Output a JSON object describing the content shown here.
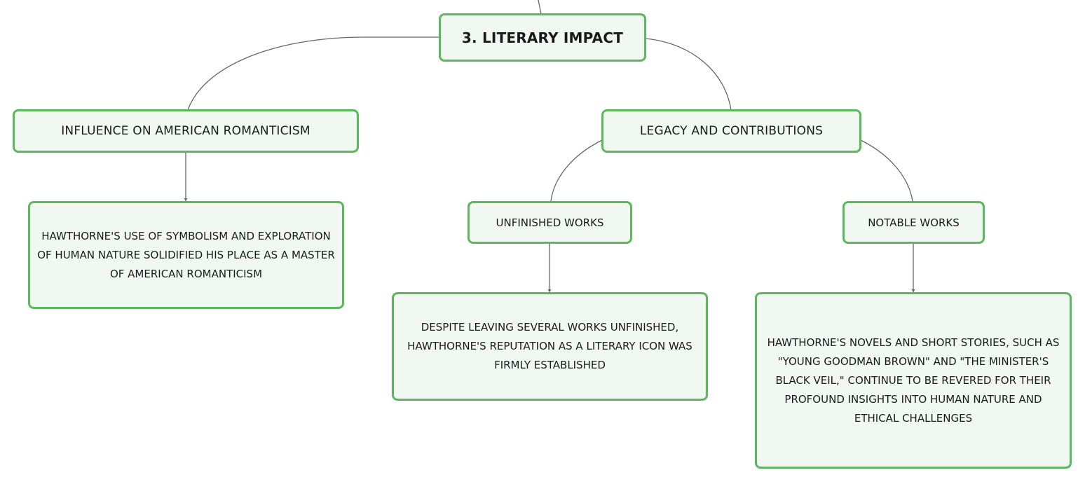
{
  "theme": {
    "node_fill": "#f1f8f1",
    "node_border": "#5cb85c",
    "connector": "#666666",
    "text": "#1a1a1a"
  },
  "diagram": {
    "root": {
      "label": "3. LITERARY IMPACT"
    },
    "influence": {
      "label": "INFLUENCE ON AMERICAN ROMANTICISM",
      "detail": "HAWTHORNE'S USE OF SYMBOLISM AND EXPLORATION OF HUMAN NATURE SOLIDIFIED HIS PLACE AS A MASTER OF AMERICAN ROMANTICISM"
    },
    "legacy": {
      "label": "LEGACY AND CONTRIBUTIONS",
      "unfinished": {
        "label": "UNFINISHED WORKS",
        "detail": "DESPITE LEAVING SEVERAL WORKS UNFINISHED, HAWTHORNE'S REPUTATION AS A LITERARY ICON WAS FIRMLY ESTABLISHED"
      },
      "notable": {
        "label": "NOTABLE WORKS",
        "detail": "HAWTHORNE'S NOVELS AND SHORT STORIES, SUCH AS \"YOUNG GOODMAN BROWN\" AND \"THE MINISTER'S BLACK VEIL,\" CONTINUE TO BE REVERED FOR THEIR PROFOUND INSIGHTS INTO HUMAN NATURE AND ETHICAL CHALLENGES"
      }
    }
  }
}
